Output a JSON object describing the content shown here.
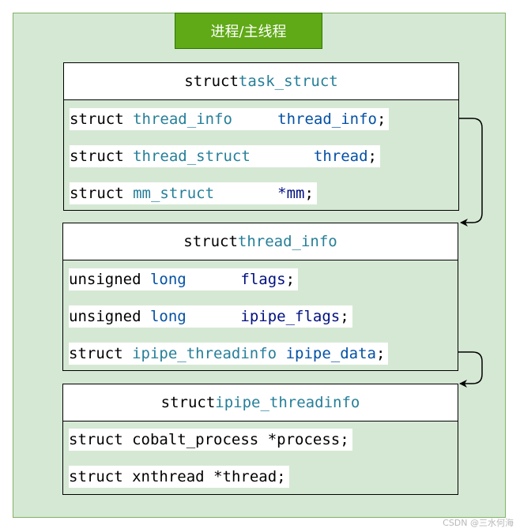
{
  "title": "进程/主线程",
  "watermark": "CSDN @三水何海",
  "colors": {
    "background": "#d5e8d4",
    "border_green": "#82b366",
    "title_fill": "#60a917",
    "type_teal": "#267f99",
    "type_blue": "#0451a5",
    "identifier": "#001080"
  },
  "structs": [
    {
      "head_kw": "struct",
      "head_name": "task_struct",
      "fields": [
        {
          "kw": "struct",
          "type": "thread_info",
          "pad": "     ",
          "name": "thread_info",
          "punct": ";"
        },
        {
          "kw": "struct",
          "type": "thread_struct",
          "pad": "       ",
          "name": "thread",
          "punct": ";"
        },
        {
          "kw": "struct",
          "type": "mm_struct",
          "pad": "       ",
          "name": "*mm",
          "punct": ";"
        }
      ]
    },
    {
      "head_kw": "struct",
      "head_name": "thread_info",
      "fields": [
        {
          "kw": "unsigned",
          "type": "long",
          "pad": "      ",
          "name": "flags",
          "punct": ";"
        },
        {
          "kw": "unsigned",
          "type": "long",
          "pad": "      ",
          "name": "ipipe_flags",
          "punct": ";"
        },
        {
          "kw": "struct",
          "type": "ipipe_threadinfo",
          "pad": " ",
          "name": "ipipe_data",
          "punct": ";"
        }
      ]
    },
    {
      "head_kw": "struct",
      "head_name": "ipipe_threadinfo",
      "fields": [
        {
          "kw": "struct",
          "type": "cobalt_process",
          "pad": " ",
          "name": "*process",
          "punct": ";"
        },
        {
          "kw": "struct",
          "type": "xnthread",
          "pad": " ",
          "name": "*thread",
          "punct": ";"
        }
      ]
    }
  ]
}
